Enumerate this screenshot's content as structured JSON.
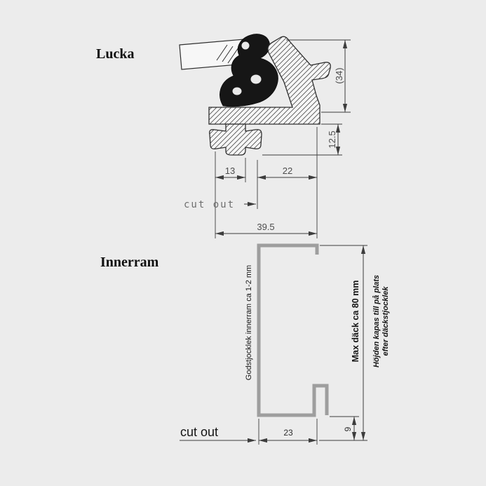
{
  "drawing": {
    "kind": "technical cross-section drawing",
    "views": [
      "hatch seal profile",
      "inner frame profile"
    ]
  },
  "sections": {
    "lucka": {
      "label": "Lucka"
    },
    "innerram": {
      "label": "Innerram"
    }
  },
  "top_view": {
    "dim_34": "(34)",
    "dim_12_5": "12.5",
    "dim_13": "13",
    "dim_22": "22",
    "dim_39_5": "39.5",
    "cut_out": "cut out"
  },
  "bottom_view": {
    "dim_23": "23",
    "dim_9": "9",
    "cut_out": "cut out",
    "max_deck_note": "Max däck ca 80 mm",
    "height_note_line1": "Höjden kapas till på plats",
    "height_note_line2": "efter däckstjocklek",
    "wall_note": "Godstjocklek innerram ca 1-2 mm"
  },
  "colors": {
    "background": "#ececec",
    "line": "#3d3d3d",
    "dim_text": "#4d4d4d",
    "profile_gray": "#9e9e9e",
    "seal_black": "#161616"
  }
}
